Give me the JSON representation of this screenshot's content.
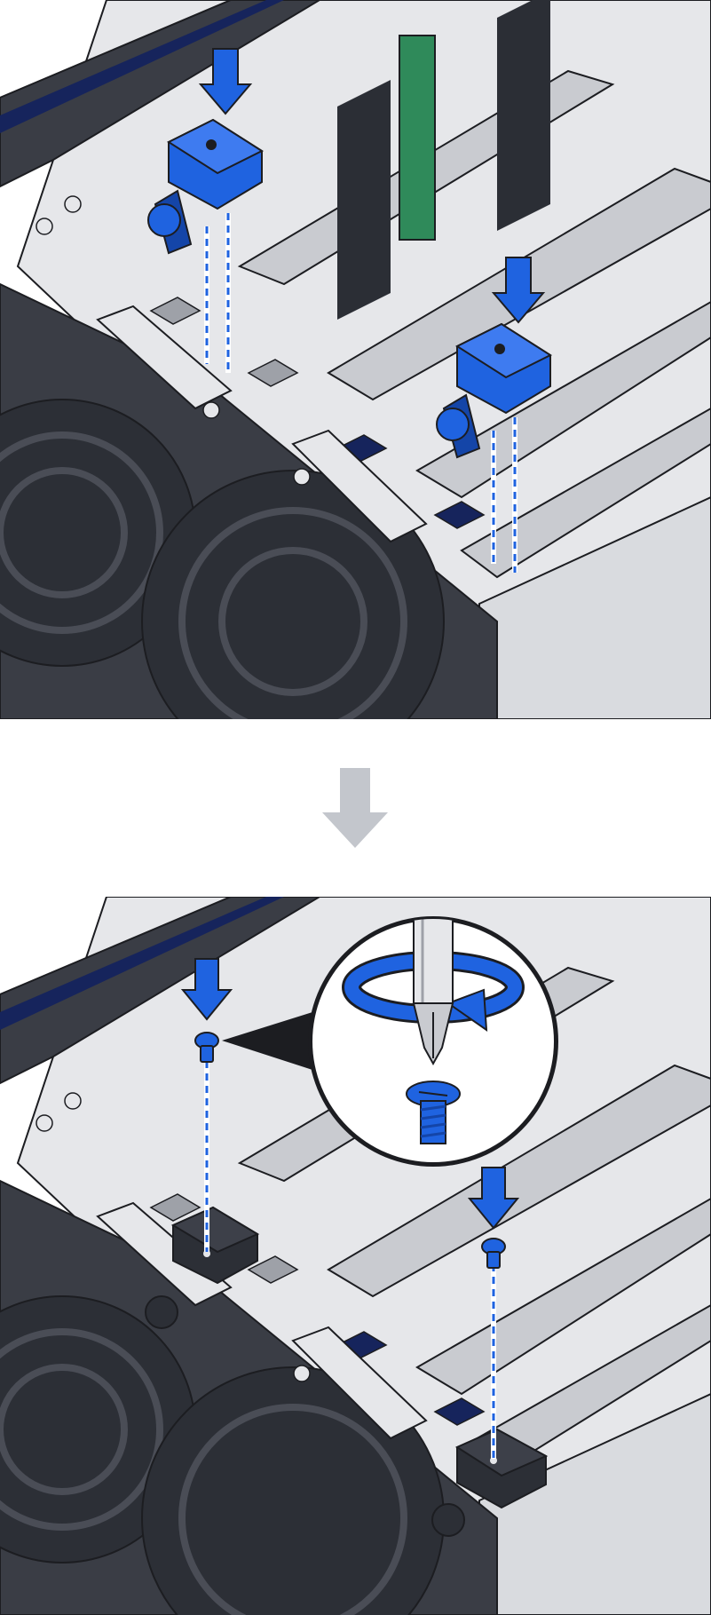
{
  "colors": {
    "background": "#ffffff",
    "chassis_light": "#e6e7ea",
    "chassis_mid": "#c9cbd0",
    "chassis_shadow": "#9ea1a8",
    "slot_dark": "#2b2e35",
    "fan_dark": "#3a3d45",
    "fan_darker": "#25272d",
    "outline": "#1c1d21",
    "bracket_blue": "#1f63e0",
    "bracket_blue_dark": "#1445a8",
    "bracket_black": "#2c2f36",
    "guide_blue": "#1f63e0",
    "arrow_gray": "#c3c6cc",
    "pcb_green": "#2f8a5a",
    "navy_panel": "#16245c"
  },
  "panels": [
    {
      "name": "step-place-brackets",
      "bracket_color": "blue"
    },
    {
      "name": "step-fasten-screws",
      "bracket_color": "black"
    }
  ],
  "icons": {
    "press_arrow": "down-arrow-icon",
    "step_arrow": "step-down-arrow-icon",
    "rotate": "rotate-clockwise-icon",
    "screwdriver": "phillips-screwdriver-icon",
    "screw": "screw-icon"
  }
}
